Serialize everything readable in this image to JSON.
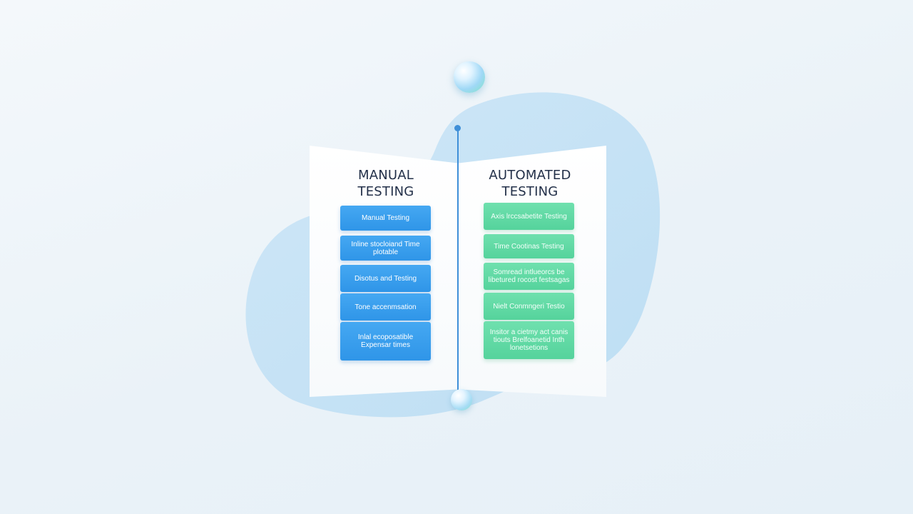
{
  "diagram": {
    "left_column": {
      "title_line1": "MANUAL",
      "title_line2": "TESTING",
      "items": [
        "Manual Testing",
        "Inline stocloiand Time plotable",
        "Disotus and Testing",
        "Tone accenmsation",
        "Inlal ecoposatible Expensar times"
      ]
    },
    "right_column": {
      "title_line1": "AUTOMATED",
      "title_line2": "TESTING",
      "items": [
        "Axis lrccsabetite Testing",
        "Time Cootinas Testing",
        "Somread intlueorcs be libetured rocost festsagas",
        "Nielt Conmngeri Testio",
        "Insitor a cietmy act canis tiouts Brelfoanetid Inth lonetsetions"
      ]
    },
    "colors": {
      "manual_card": "#3a9eee",
      "automated_card": "#5fd9a5",
      "connector": "#3f8fd8",
      "title_text": "#233049"
    }
  }
}
